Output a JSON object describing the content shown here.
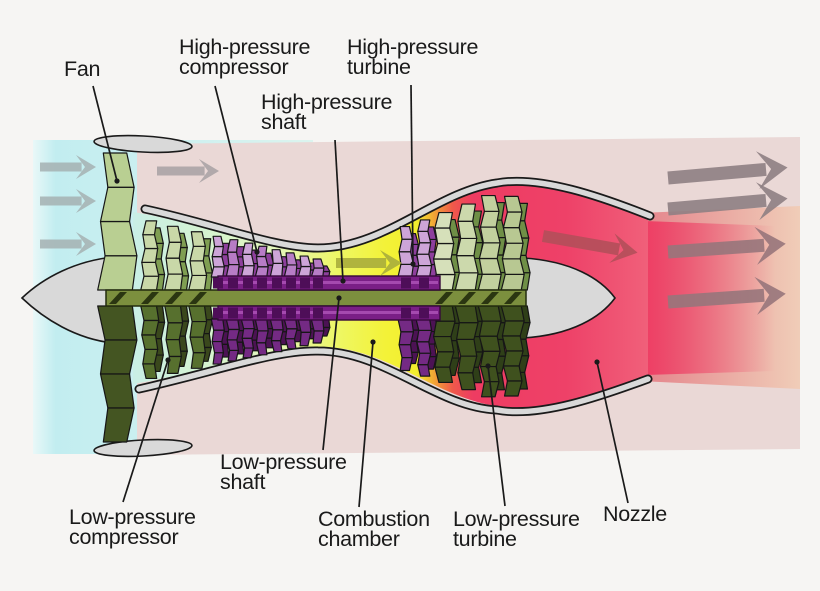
{
  "figure": {
    "type": "diagram",
    "subject": "Turbofan jet engine cutaway (2-spool, bypass flow)"
  },
  "labels": {
    "fan": "Fan",
    "hp_compressor": "High-pressure\ncompressor",
    "hp_shaft": "High-pressure\nshaft",
    "hp_turbine": "High-pressure\nturbine",
    "lp_shaft": "Low-pressure\nshaft",
    "lp_compressor": "Low-pressure\ncompressor",
    "combustion": "Combustion\nchamber",
    "lp_turbine": "Low-pressure\nturbine",
    "nozzle": "Nozzle"
  },
  "flows": {
    "intake_air_arrows": 3,
    "bypass_air_arrow": 1,
    "core_flow_arrow": 1,
    "exhaust_core_arrow": 1,
    "outlet_arrows": 4
  },
  "colors": {
    "background": "#f6f5f3",
    "intake_cyan": "#c2edf0",
    "bypass_pink": "#ead8d6",
    "exhaust_salmon": "#e4878b",
    "exhaust_salmon_fade": "#f0cdb8",
    "hot_crimson": "#ee3e64",
    "combustor_yellow": "#f3f238",
    "turbine_orange": "#f2a435",
    "metal_grey": "#d9d9d9",
    "outline_black": "#1a1a1a",
    "shaft_green": "#7c8f3e",
    "shaft_purple": "#7a1f86",
    "shaft_purple_stripe": "#aa4fb4",
    "fan_blade_light": "#b9cf92",
    "fan_blade_dark": "#445522",
    "lp_blade_light": "#c9d8a8",
    "lp_blade_dark": "#57702e",
    "lp_back_light": "#7f9e52",
    "lp_back_dark": "#3a481c",
    "hp_blade_light": "#cda5d8",
    "hp_blade_mid": "#b77cc6",
    "hp_blade_dark": "#742a84",
    "hp_back_light": "#8d3f9c",
    "hp_back_dark": "#4c1254",
    "turbine_blade_light": "#cfdab2",
    "turbine_blade_dark": "#3f511e",
    "turbine_back_light": "#6f8f46",
    "turbine_back_dark": "#2f3f18",
    "arrow_grey": "#a5b0b2",
    "arrow_bypass_grey": "#a7a1a3",
    "arrow_olive": "#a9ad3c",
    "arrow_red": "#b34f5a",
    "arrow_outlet": "#8e8083",
    "label_text": "#1a1a1a"
  }
}
